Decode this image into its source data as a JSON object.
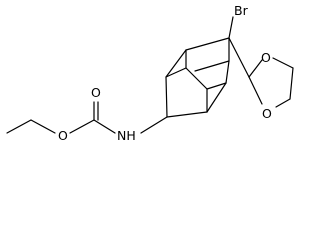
{
  "molecule": {
    "atoms": {
      "bromine": "Br",
      "carbonyl_oxygen": "O",
      "ester_oxygen": "O",
      "amide_nitrogen": "NH",
      "dioxolane_oxygen_upper": "O",
      "dioxolane_oxygen_lower": "O"
    }
  },
  "colors": {
    "bond": "#000000",
    "label": "#000000",
    "background": "#ffffff"
  }
}
